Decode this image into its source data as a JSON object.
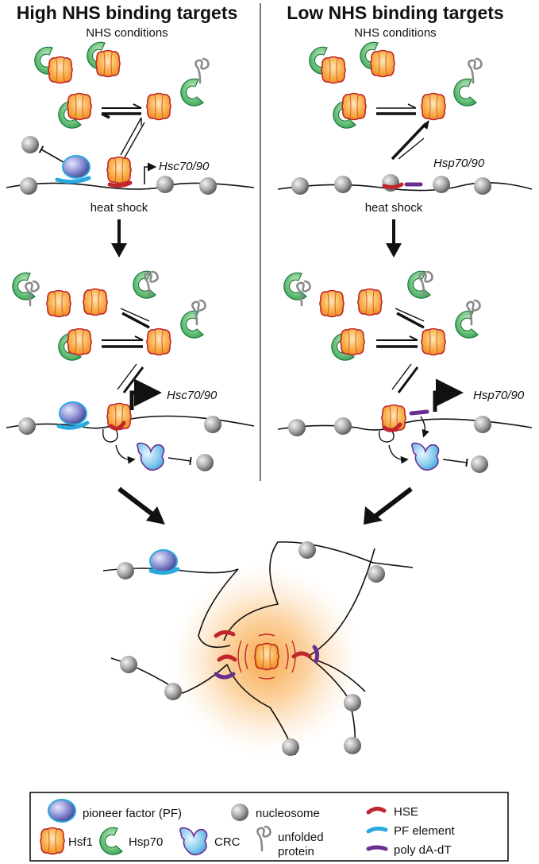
{
  "panels": {
    "left": {
      "title": "High NHS binding targets",
      "subtitle": "NHS conditions",
      "gene_top": "Hsc70/90",
      "step": "heat shock",
      "gene_bottom": "Hsc70/90"
    },
    "right": {
      "title": "Low NHS binding targets",
      "subtitle": "NHS conditions",
      "gene_top": "Hsp70/90",
      "step": "heat shock",
      "gene_bottom": "Hsp70/90"
    }
  },
  "legend": {
    "items": [
      {
        "icon": "pioneer-factor-icon",
        "label": "pioneer factor (PF)"
      },
      {
        "icon": "nucleosome-icon",
        "label": "nucleosome"
      },
      {
        "icon": "hse-icon",
        "label": "HSE"
      },
      {
        "icon": "pf-element-icon",
        "label": "PF element"
      },
      {
        "icon": "poly-da-dt-icon",
        "label": "poly dA-dT"
      },
      {
        "icon": "hsf1-icon",
        "label": "Hsf1"
      },
      {
        "icon": "hsp70-icon",
        "label": "Hsp70"
      },
      {
        "icon": "crc-icon",
        "label": "CRC"
      },
      {
        "icon": "unfolded-protein-icon",
        "label_line1": "unfolded",
        "label_line2": "protein"
      }
    ]
  },
  "colors": {
    "hsf1_fill": "#f7a23c",
    "hsf1_stroke": "#c0262c",
    "hsp70": "#2e9a52",
    "hse": "#c0262c",
    "pf_element": "#29a9e0",
    "poly_da_dt": "#6c2d91",
    "pioneer_factor": "#7f82c6",
    "crc": "#7fc9ee",
    "nucleosome": "#9a9a9a",
    "unfolded_protein": "#8a8a8a"
  }
}
